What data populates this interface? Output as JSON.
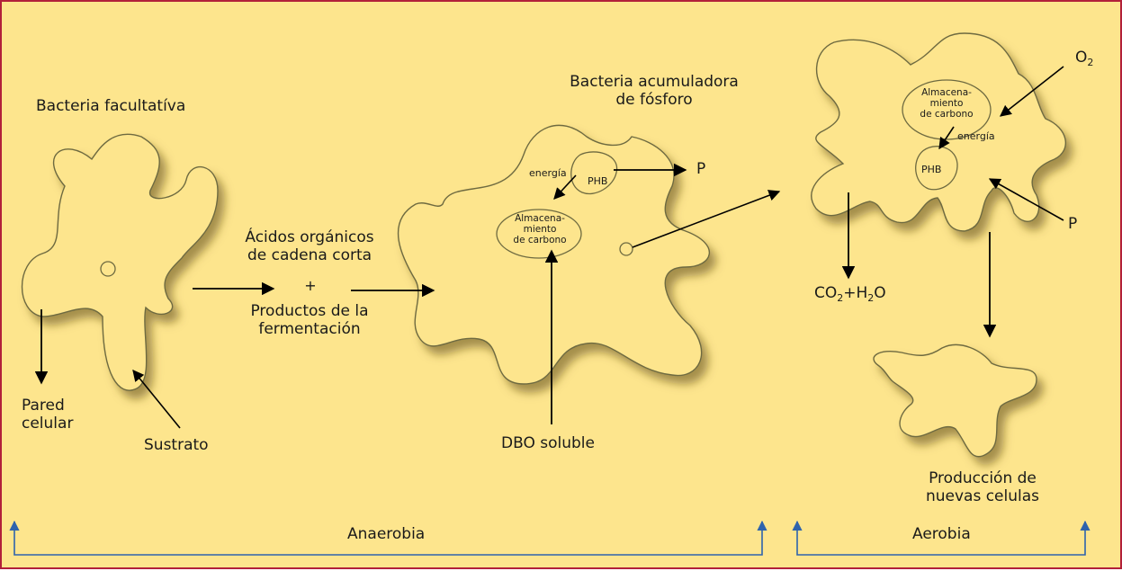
{
  "labels": {
    "bacteria_facultativa": "Bacteria facultatíva",
    "pared_celular_1": "Pared",
    "pared_celular_2": "celular",
    "sustrato": "Sustrato",
    "acidos_1": "Ácidos orgánicos",
    "acidos_2": "de cadena corta",
    "plus": "+",
    "productos_1": "Productos de la",
    "productos_2": "fermentación",
    "bacteria_acumuladora_1": "Bacteria acumuladora",
    "bacteria_acumuladora_2": "de fósforo",
    "energia_left": "energía",
    "phb_left": "PHB",
    "p_release": "P",
    "almac_left_1": "Almacena-",
    "almac_left_2": "miento",
    "almac_left_3": "de carbono",
    "dbo_soluble": "DBO soluble",
    "o2_main": "O",
    "o2_sub": "2",
    "almac_right_1": "Almacena-",
    "almac_right_2": "miento",
    "almac_right_3": "de carbono",
    "energia_right": "energía",
    "phb_right": "PHB",
    "p_uptake": "P",
    "co2_a": "CO",
    "co2_sub": "2",
    "co2_b": "+H",
    "h2o_sub": "2",
    "h2o_c": "O",
    "produccion_1": "Producción de",
    "produccion_2": "nuevas celulas",
    "anaerobia": "Anaerobia",
    "aerobia": "Aerobia"
  },
  "colors": {
    "background": "#fde58d",
    "border": "#b2203a",
    "cell_outline": "#6e6a40",
    "arrow": "#000000",
    "bracket": "#2e63ad"
  }
}
